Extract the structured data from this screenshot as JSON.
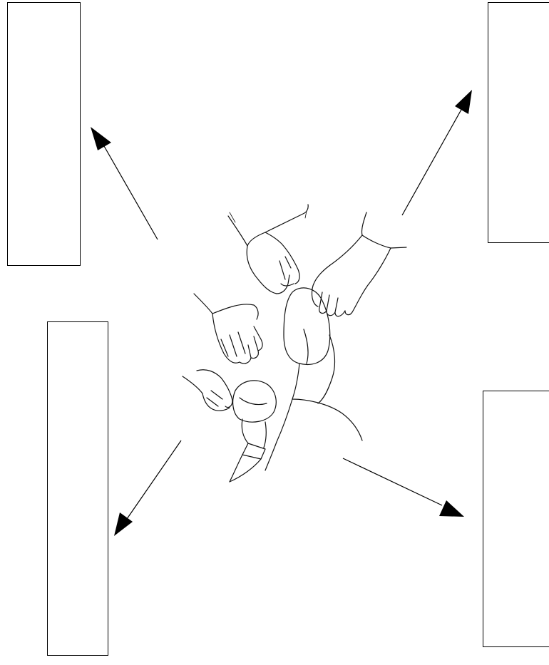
{
  "diagram": {
    "boxes": [
      {
        "id": "top-left",
        "text": ""
      },
      {
        "id": "top-right",
        "text": ""
      },
      {
        "id": "bottom-left",
        "text": ""
      },
      {
        "id": "bottom-right",
        "text": ""
      }
    ],
    "center_illustration": "hands-icon",
    "stroke_color": "#000000"
  }
}
